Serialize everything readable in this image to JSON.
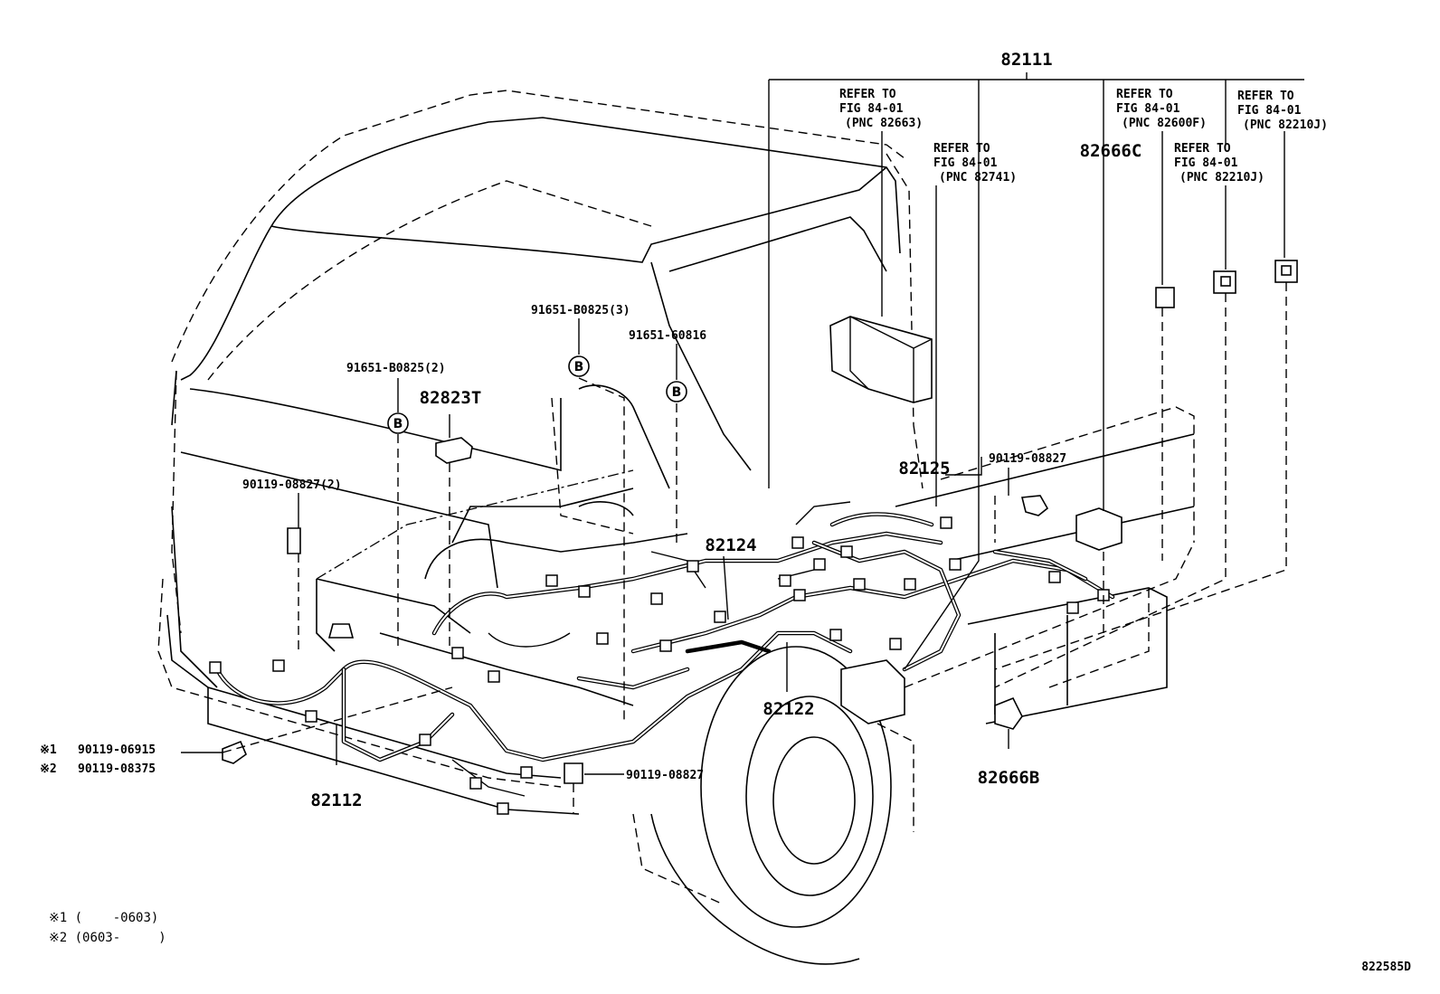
{
  "labels": {
    "p82111": "82111",
    "p82666c": "82666C",
    "p82666b": "82666B",
    "p82125": "82125",
    "p82124": "82124",
    "p82122": "82122",
    "p82112": "82112",
    "p82823t": "82823T",
    "b0825_3": "91651-B0825(3)",
    "b60816": "91651-60816",
    "b0825_2": "91651-B0825(2)",
    "bolt_08827_2": "90119-08827(2)",
    "bolt_08827_right": "90119-08827",
    "bolt_08827_bottom": "90119-08827",
    "bolt_06915": "90119-06915",
    "bolt_08375": "90119-08375",
    "mark1": "※1",
    "mark2": "※2",
    "circle_b": "B"
  },
  "refer_boxes": [
    {
      "line1": "REFER TO",
      "line2": "FIG 84-01",
      "line3": "(PNC 82663)"
    },
    {
      "line1": "REFER TO",
      "line2": "FIG 84-01",
      "line3": "(PNC 82741)"
    },
    {
      "line1": "REFER TO",
      "line2": "FIG 84-01",
      "line3": "(PNC 82600F)"
    },
    {
      "line1": "REFER TO",
      "line2": "FIG 84-01",
      "line3": "(PNC 82210J)"
    },
    {
      "line1": "REFER TO",
      "line2": "FIG 84-01",
      "line3": "(PNC 82210J)"
    }
  ],
  "footnotes": {
    "note1": "※1 (    -0603)",
    "note2": "※2 (0603-     )"
  },
  "figure_id": "822585D"
}
